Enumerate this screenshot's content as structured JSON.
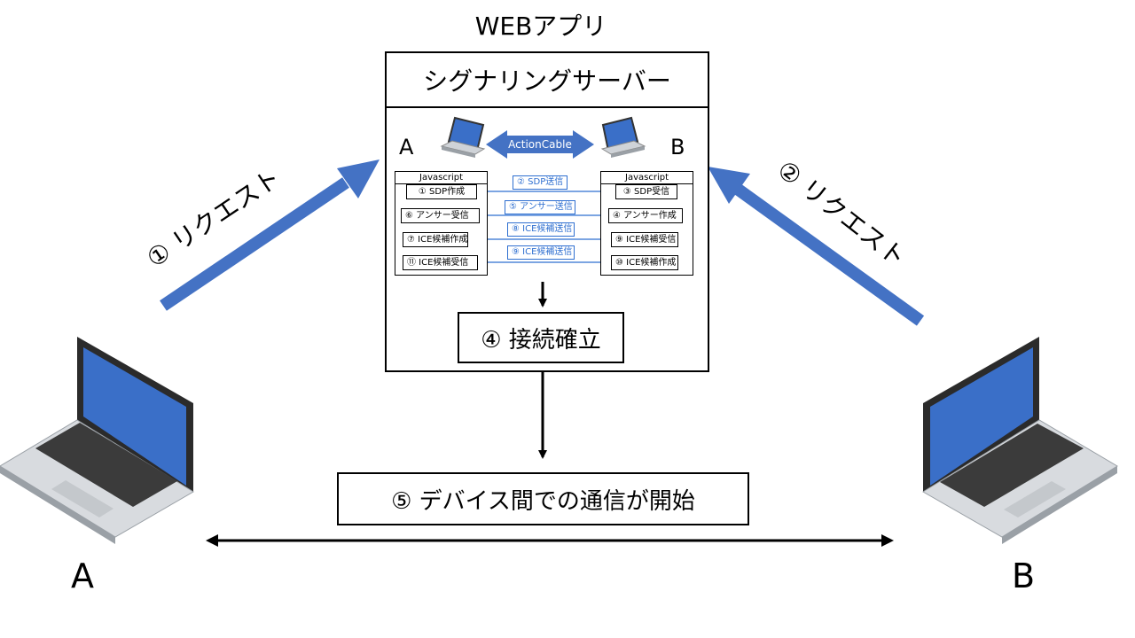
{
  "app": {
    "title": "WEBアプリ",
    "server_label": "シグナリングサーバー",
    "host_a": "A",
    "host_b": "B",
    "channel": "ActionCable"
  },
  "panel_a": {
    "title": "Javascript",
    "steps": [
      "① SDP作成",
      "⑥ アンサー受信",
      "⑦ ICE候補作成",
      "⑪ ICE候補受信"
    ]
  },
  "panel_b": {
    "title": "Javascript",
    "steps": [
      "③ SDP受信",
      "④ アンサー作成",
      "⑨ ICE候補受信",
      "⑩ ICE候補作成"
    ]
  },
  "messages": [
    "② SDP送信",
    "⑤ アンサー送信",
    "⑧ ICE候補送信",
    "⑨ ICE候補送信"
  ],
  "connection": "④ 接続確立",
  "communication": "⑤ デバイス間での通信が開始",
  "requests": {
    "left": "① リクエスト",
    "right": "② リクエスト"
  },
  "devices": {
    "left": "A",
    "right": "B"
  },
  "colors": {
    "accent_blue": "#4472c4",
    "screen_blue": "#3a6fc8"
  }
}
